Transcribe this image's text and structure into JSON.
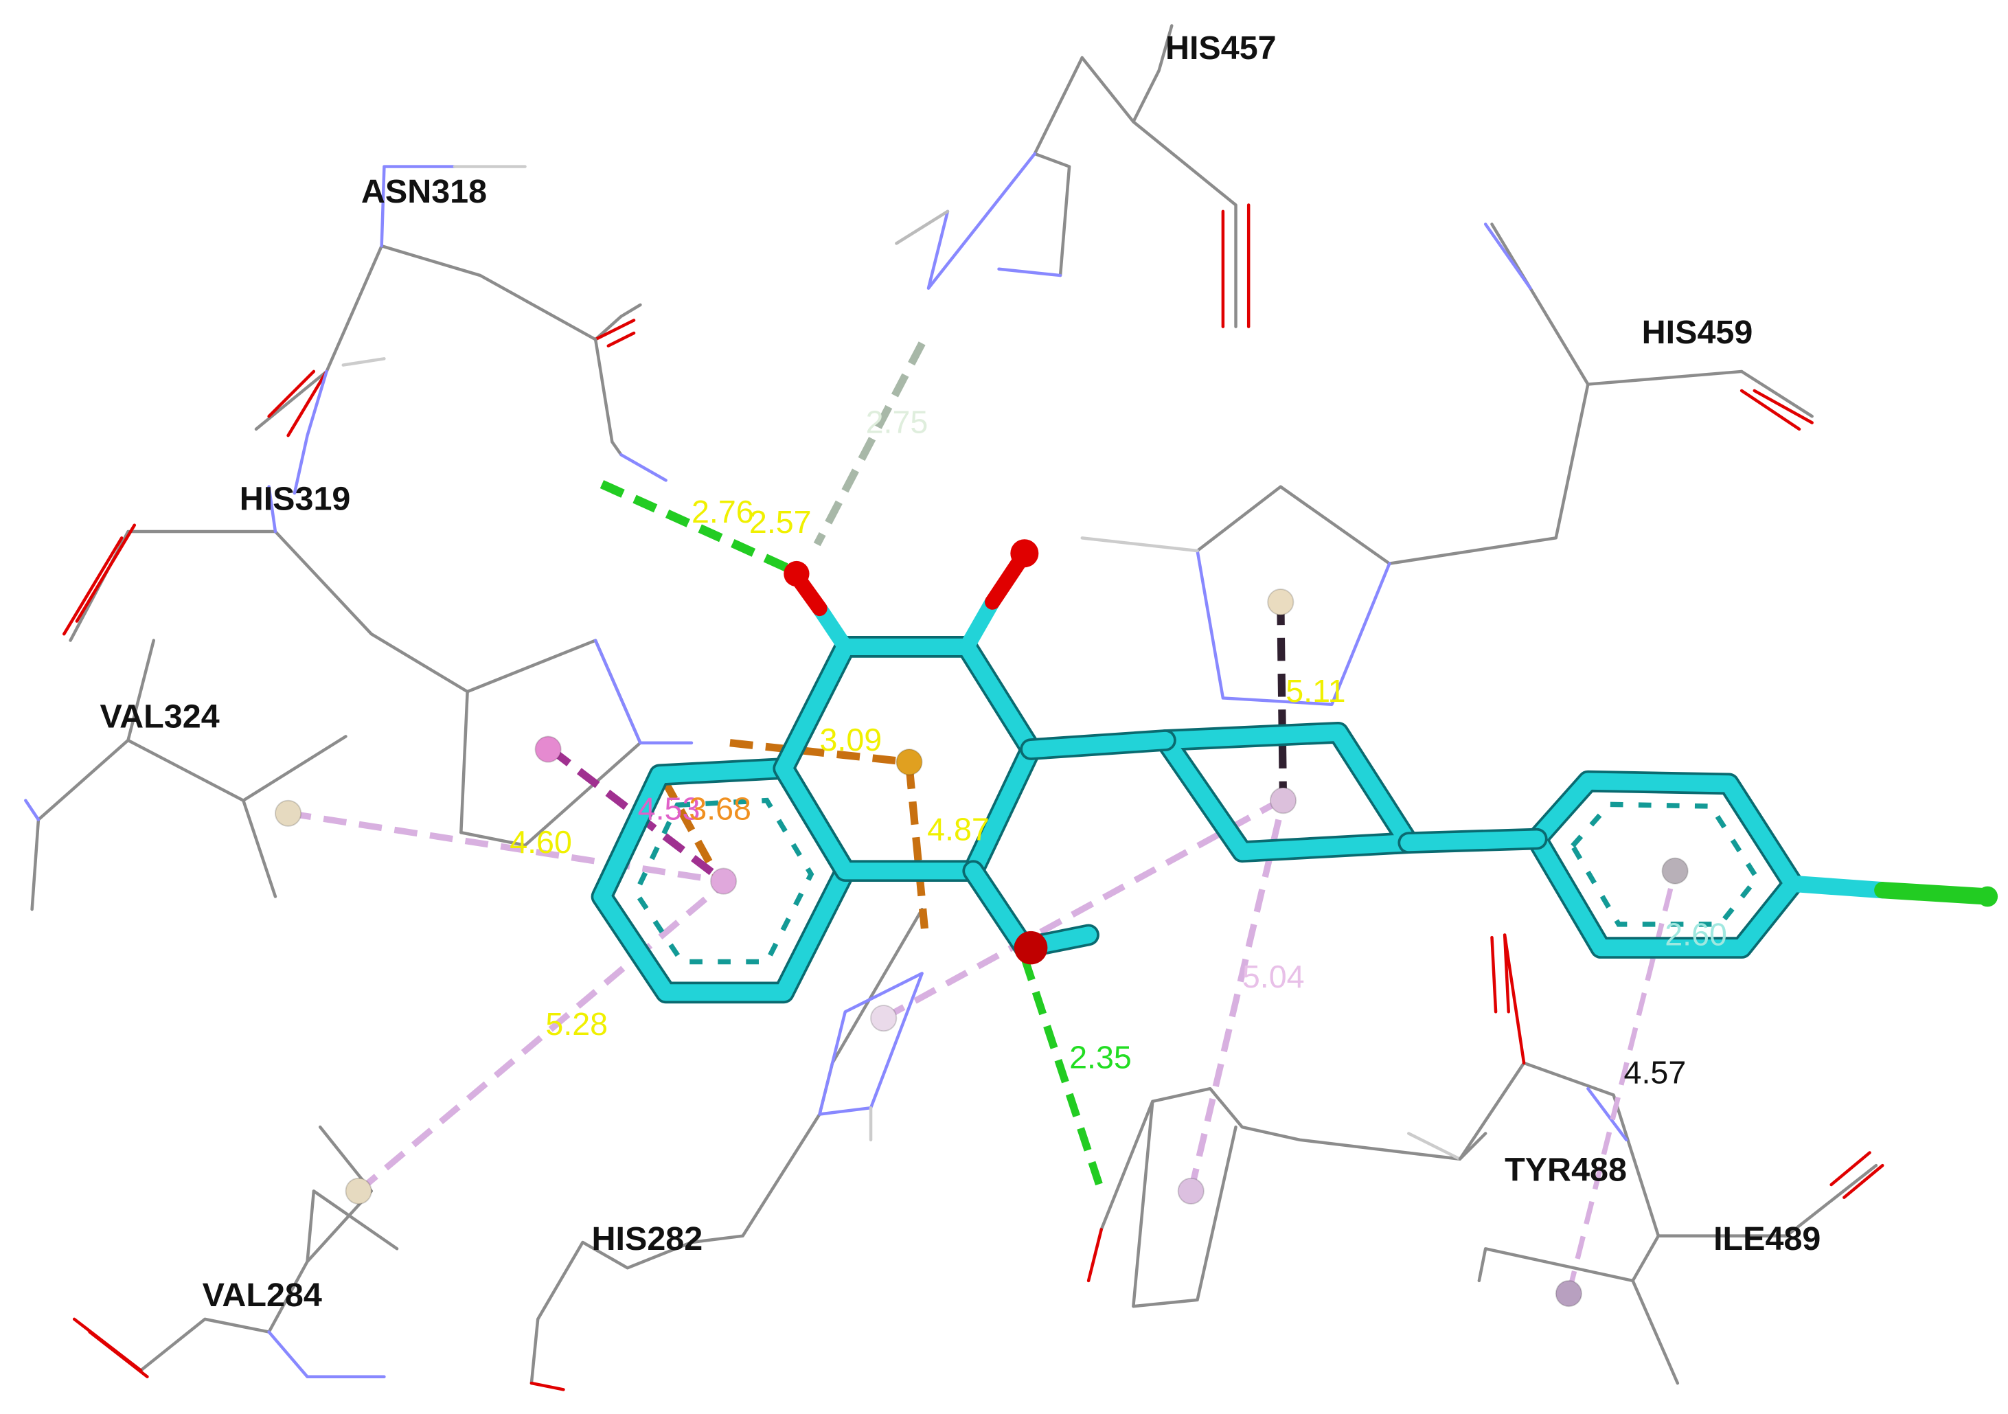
{
  "residues": [
    {
      "id": "his457",
      "label": "HIS457"
    },
    {
      "id": "asn318",
      "label": "ASN318"
    },
    {
      "id": "his459",
      "label": "HIS459"
    },
    {
      "id": "his319",
      "label": "HIS319"
    },
    {
      "id": "val324",
      "label": "VAL324"
    },
    {
      "id": "his282",
      "label": "HIS282"
    },
    {
      "id": "val284",
      "label": "VAL284"
    },
    {
      "id": "tyr488",
      "label": "TYR488"
    },
    {
      "id": "ile489",
      "label": "ILE489"
    }
  ],
  "distances": [
    {
      "value": "2.75",
      "color": "#dfeedd"
    },
    {
      "value": "2.76",
      "color": "#f0f000"
    },
    {
      "value": "2.57",
      "color": "#f0f000"
    },
    {
      "value": "3.09",
      "color": "#f0f000"
    },
    {
      "value": "4.53",
      "color": "#e060c8"
    },
    {
      "value": "3.68",
      "color": "#f09020"
    },
    {
      "value": "4.60",
      "color": "#f0f000"
    },
    {
      "value": "4.87",
      "color": "#f0f000"
    },
    {
      "value": "5.11",
      "color": "#f0f000"
    },
    {
      "value": "5.28",
      "color": "#f0f000"
    },
    {
      "value": "2.35",
      "color": "#22dd22"
    },
    {
      "value": "5.04",
      "color": "#e8c0e8"
    },
    {
      "value": "2.60",
      "color": "#a0e8e0"
    },
    {
      "value": "4.57",
      "color": "#111111"
    }
  ],
  "colors": {
    "ligand_carbon": "#22d3d8",
    "oxygen": "#e00000",
    "chlorine": "#22cc22",
    "protein_carbon": "#8c8c8c",
    "nitrogen": "#8888ff",
    "hydrogen_bond": "#22cc22",
    "pi_alkyl": "#d8b0e0",
    "pi_cation": "#c87010"
  }
}
